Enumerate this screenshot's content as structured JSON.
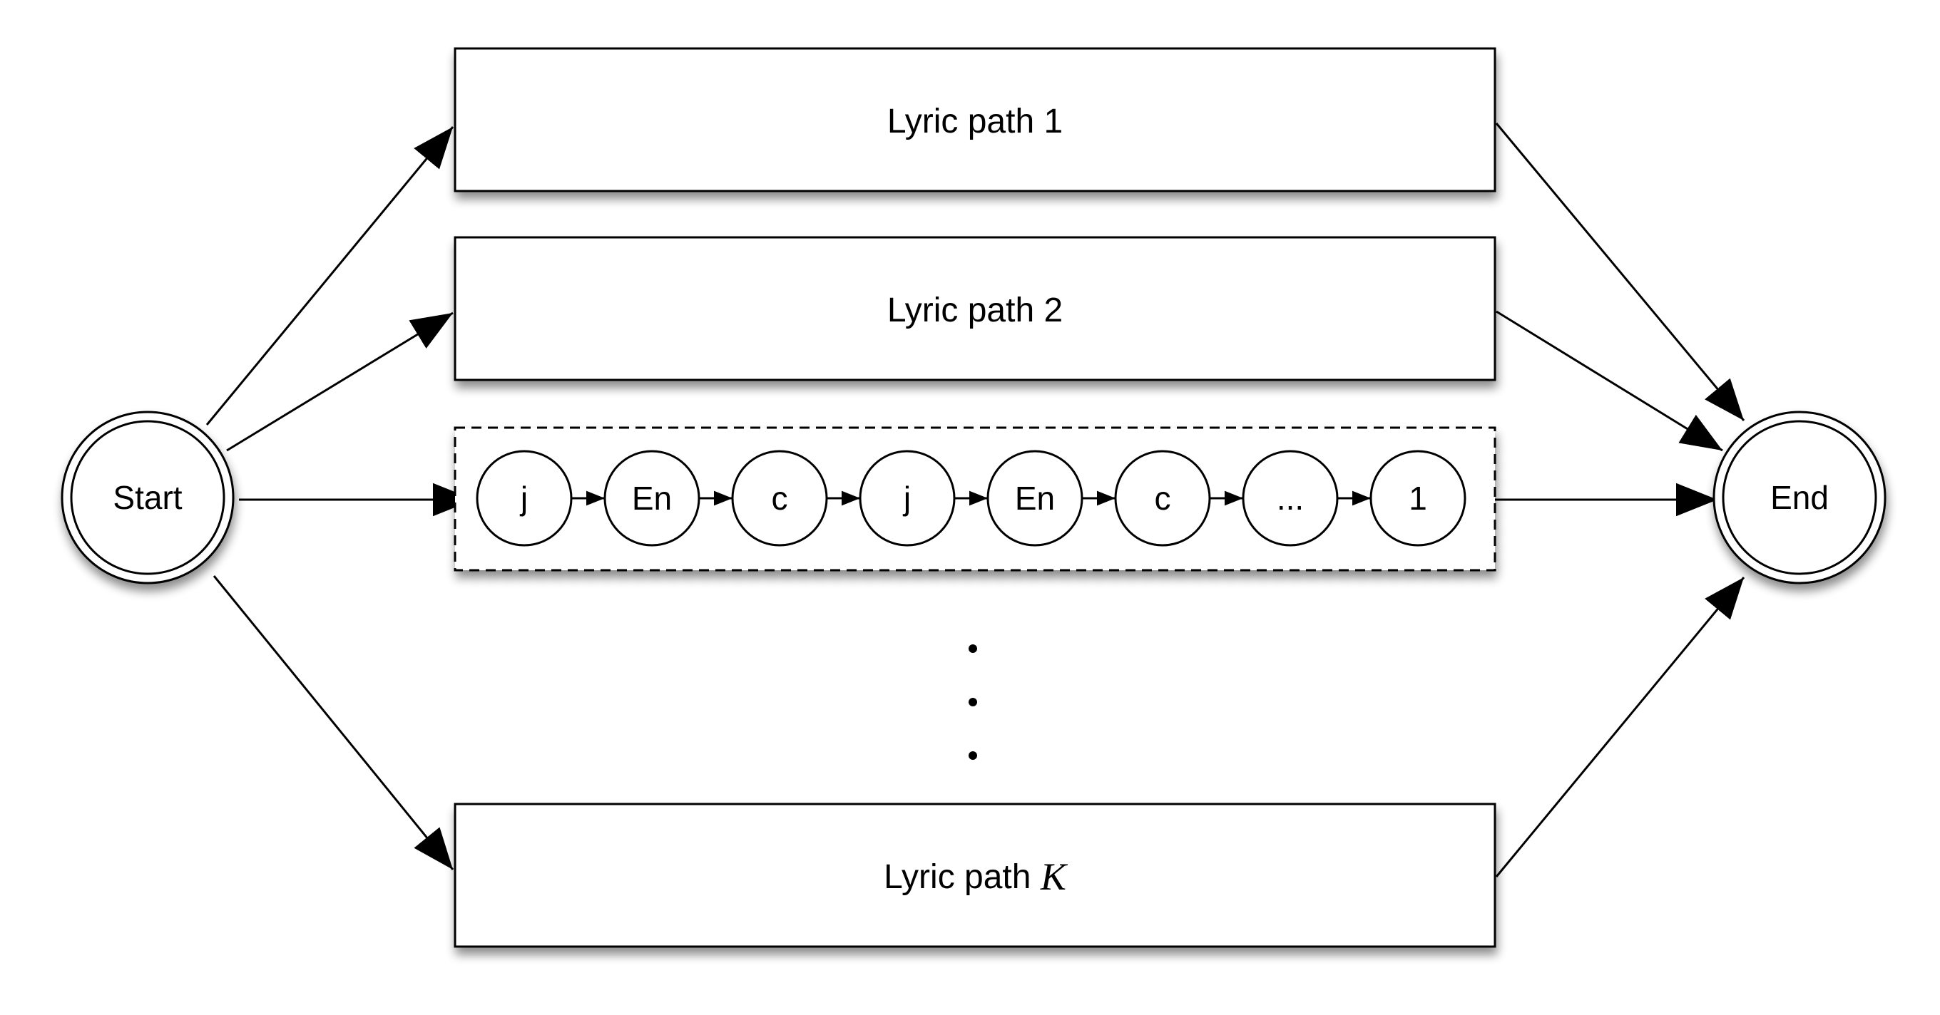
{
  "diagram": {
    "start_label": "Start",
    "end_label": "End",
    "paths": {
      "path1": {
        "prefix": "Lyric path",
        "index": "1"
      },
      "path2": {
        "prefix": "Lyric path",
        "index": "2"
      },
      "pathK": {
        "prefix": "Lyric path",
        "index": "K"
      }
    },
    "expanded_path_states": [
      "j",
      "En",
      "c",
      "j",
      "En",
      "c",
      "...",
      "1"
    ],
    "ellipsis_dots": "vertical"
  },
  "colors": {
    "stroke": "#000000",
    "fill": "#ffffff",
    "shadow": "#000000"
  }
}
